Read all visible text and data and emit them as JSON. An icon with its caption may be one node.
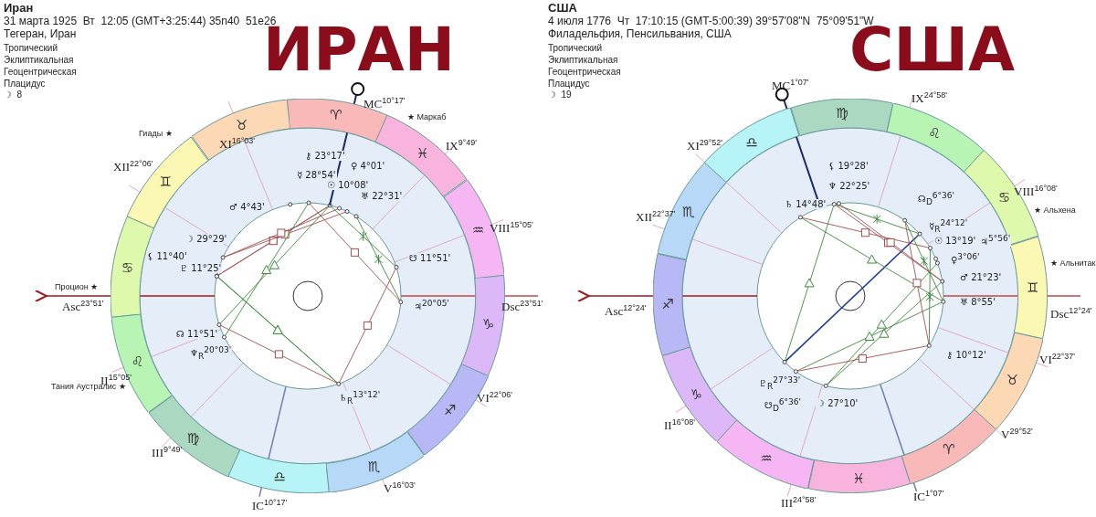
{
  "diagram": {
    "nodes": [
      {
        "text": [
          "♈"
        ]
      },
      {
        "text": [
          "♉"
        ]
      },
      {
        "text": [
          "♊"
        ]
      },
      {
        "text": [
          "♋"
        ]
      },
      {
        "text": [
          "♌"
        ]
      },
      {
        "text": [
          "♍"
        ]
      },
      {
        "text": [
          "♎"
        ]
      },
      {
        "text": [
          "♏"
        ]
      },
      {
        "text": [
          "♐"
        ]
      },
      {
        "text": [
          "♑"
        ]
      },
      {
        "text": [
          "♒"
        ]
      },
      {
        "text": [
          "♓"
        ]
      },
      {
        "text": [
          "♈"
        ]
      },
      {
        "text": [
          "♉"
        ]
      },
      {
        "text": [
          "♊"
        ]
      },
      {
        "text": [
          "♋"
        ]
      },
      {
        "text": [
          "♌"
        ]
      },
      {
        "text": [
          "♍"
        ]
      },
      {
        "text": [
          "♎"
        ]
      },
      {
        "text": [
          "♏"
        ]
      },
      {
        "text": [
          "♐"
        ]
      },
      {
        "text": [
          "♑"
        ]
      },
      {
        "text": [
          "♒"
        ]
      },
      {
        "text": [
          "♓"
        ]
      }
    ],
    "labels": [
      "Иран",
      "31 марта 1925  Вт  12:05 (GMT+3:25:44) 35n40  51e26",
      "Тегеран, Иран",
      "Тропический",
      "Эклиптикальная",
      "Геоцентрическая",
      "Плацидус",
      "☽  8",
      "ИРАН",
      "MC$^{10°17'}$",
      "XI$^{16°03'}$",
      "★ Маркаб",
      "Гиады ★",
      "IX$^{9°49'}$",
      "XII$^{22°06'}$",
      "⚷ 23°17'",
      "♀ 4°01'",
      "☿ 28°54'",
      "☉ 10°08'",
      "♅ 22°31'",
      "♂ 4°43'",
      "VIII$^{15°05'}$",
      "☽ 29°29'",
      "⚸ 11°40'",
      "♇ 11°25'",
      "☋ 11°51'",
      "Процион ★",
      "Asc$^{23°51'}$",
      "♃$^{20°05'}$",
      "Dsc$^{23°51'}$",
      "☊ 11°51'",
      "♆$_{R}$$^{20°03'}$",
      "Тания Аустралис ★",
      "II$^{15°05'}$",
      "♄$_{R}$$^{13°12'}$",
      "VI$^{22°06'}$",
      "III$^{9°49'}$",
      "V$^{16°03'}$",
      "IC$^{10°17'}$",
      "США",
      "4 июля 1776  Чт  17:10:15 (GMT-5:00:39) 39°57'08\"N  75°09'51\"W",
      "Филадельфия, Пенсильвания, США",
      "Тропический",
      "Эклиптикальная",
      "Геоцентрическая",
      "Плацидус",
      "☽  19",
      "США",
      "MC$^{1°07'}$",
      "IX$^{24°58'}$",
      "XI$^{29°52'}$",
      "⚸ 19°28'",
      "♆ 22°25'",
      "VIII$^{16°08'}$",
      "☊$_{D}$$^{6°36'}$",
      "♄ 14°48'",
      "★ Альхена",
      "XII$^{22°37'}$",
      "☿$_{R}$$^{24°12'}$",
      "☉ 13°19'",
      "♃$^{5°56'}$",
      "♀$^{3°06'}$",
      "★ Альнитак",
      "♂ 21°23'",
      "♅ 8°55'",
      "Asc$^{12°24'}$",
      "Dsc$^{12°24'}$",
      "⚷ 10°12'",
      "VI$^{22°37'}$",
      "♇$_{R}$$^{27°33'}$",
      "☋$_{D}$$^{6°36'}$",
      "☽ 27°10'",
      "II$^{16°08'}$",
      "V$^{29°52'}$",
      "IC$^{1°07'}$",
      "III$^{24°58'}$"
    ]
  }
}
